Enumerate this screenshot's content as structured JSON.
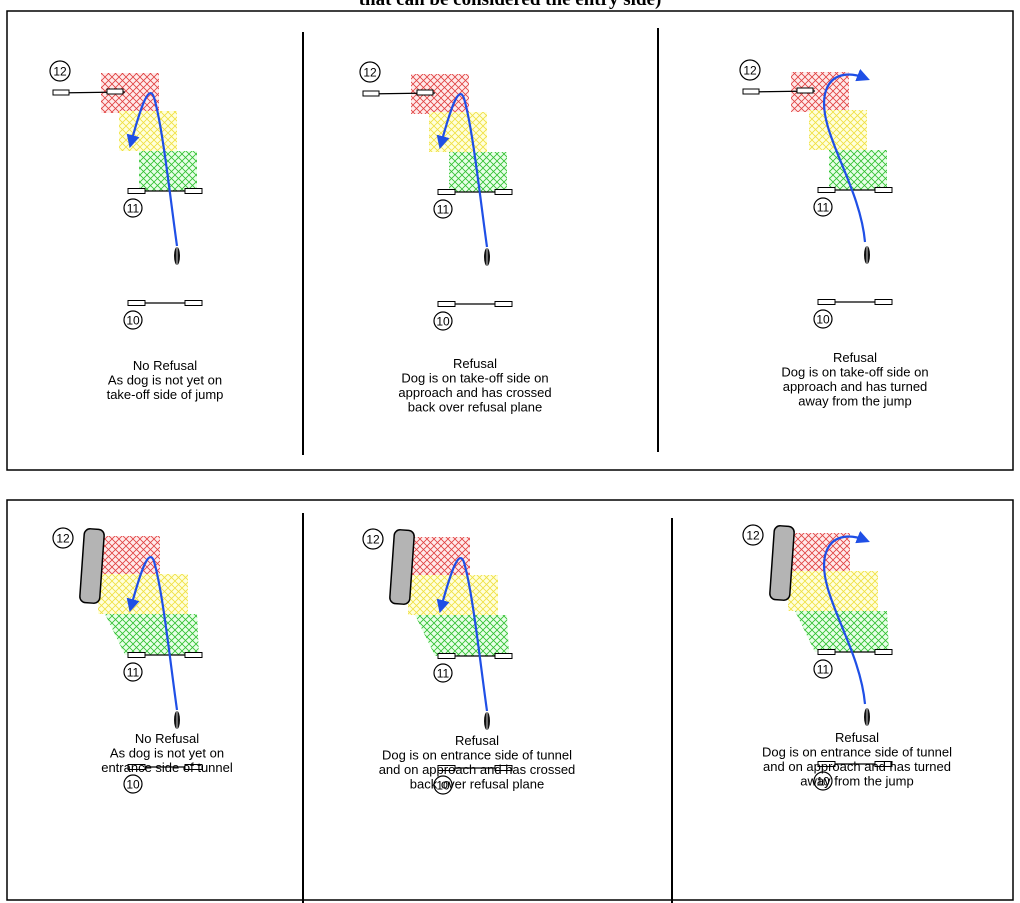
{
  "top_caption": "that can be considered the entry side)",
  "panels": [
    {
      "obstacle": "jump",
      "turn": "back",
      "caption": [
        "No Refusal",
        "As dog is not yet on",
        "take-off side of jump"
      ]
    },
    {
      "obstacle": "jump",
      "turn": "back",
      "caption": [
        "Refusal",
        "Dog is on take-off side on",
        "approach and has crossed",
        "back over refusal plane"
      ]
    },
    {
      "obstacle": "jump",
      "turn": "away",
      "caption": [
        "Refusal",
        "Dog is on take-off side on",
        "approach and has turned",
        "away from the jump"
      ]
    },
    {
      "obstacle": "tunnel",
      "turn": "back",
      "caption": [
        "No Refusal",
        "As dog is not yet on",
        "entrance side of tunnel"
      ]
    },
    {
      "obstacle": "tunnel",
      "turn": "back",
      "caption": [
        "Refusal",
        "Dog is on entrance side of tunnel",
        "and on approach and has crossed",
        "back over refusal plane"
      ]
    },
    {
      "obstacle": "tunnel",
      "turn": "away",
      "caption": [
        "Refusal",
        "Dog is on entrance side of tunnel",
        "and on approach and has turned",
        "away from the jump"
      ]
    }
  ],
  "obstacle_numbers": {
    "next": "12",
    "current": "11",
    "previous": "10"
  },
  "colors": {
    "path": "#1f4fe6",
    "zone_red": "#e04040",
    "zone_yellow": "#f0e040",
    "zone_green": "#30c030",
    "tunnel_fill": "#b4b4b4",
    "frame": "#000000"
  },
  "icons": {
    "dog": "dog-marker-icon",
    "tunnel": "tunnel-icon",
    "jump": "jump-bar-icon"
  }
}
